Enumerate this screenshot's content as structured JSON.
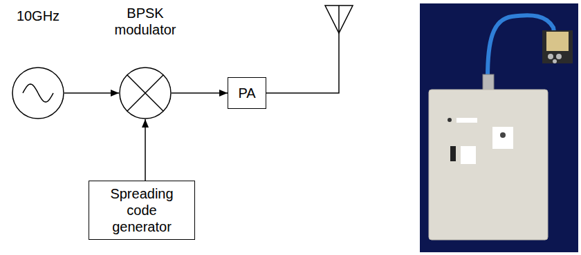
{
  "diagram": {
    "nodes": [
      {
        "text": [
          "10GHz"
        ]
      },
      {
        "text": [
          "BPSK modulator"
        ]
      },
      {
        "text": [
          "PA"
        ]
      },
      {
        "text": [
          "Spreading code generator"
        ]
      }
    ],
    "edges": [
      {
        "from": 0,
        "to": 1,
        "arrow": "to"
      },
      {
        "from": 1,
        "to": 2,
        "arrow": "to"
      },
      {
        "from": 3,
        "to": 1,
        "arrow": "to"
      }
    ]
  }
}
